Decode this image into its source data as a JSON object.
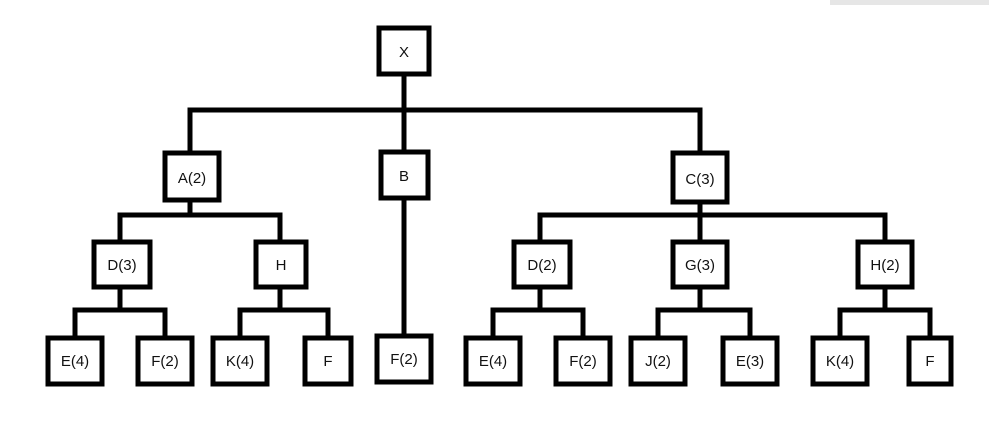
{
  "diagram": {
    "root": {
      "label": "X"
    },
    "level1": [
      {
        "label": "A(2)"
      },
      {
        "label": "B"
      },
      {
        "label": "C(3)"
      }
    ],
    "level2": [
      {
        "label": "D(3)"
      },
      {
        "label": "H"
      },
      {
        "label": "D(2)"
      },
      {
        "label": "G(3)"
      },
      {
        "label": "H(2)"
      }
    ],
    "level3": [
      {
        "label": "E(4)"
      },
      {
        "label": "F(2)"
      },
      {
        "label": "K(4)"
      },
      {
        "label": "F"
      },
      {
        "label": "F(2)"
      },
      {
        "label": "E(4)"
      },
      {
        "label": "F(2)"
      },
      {
        "label": "J(2)"
      },
      {
        "label": "E(3)"
      },
      {
        "label": "K(4)"
      },
      {
        "label": "F"
      }
    ]
  }
}
